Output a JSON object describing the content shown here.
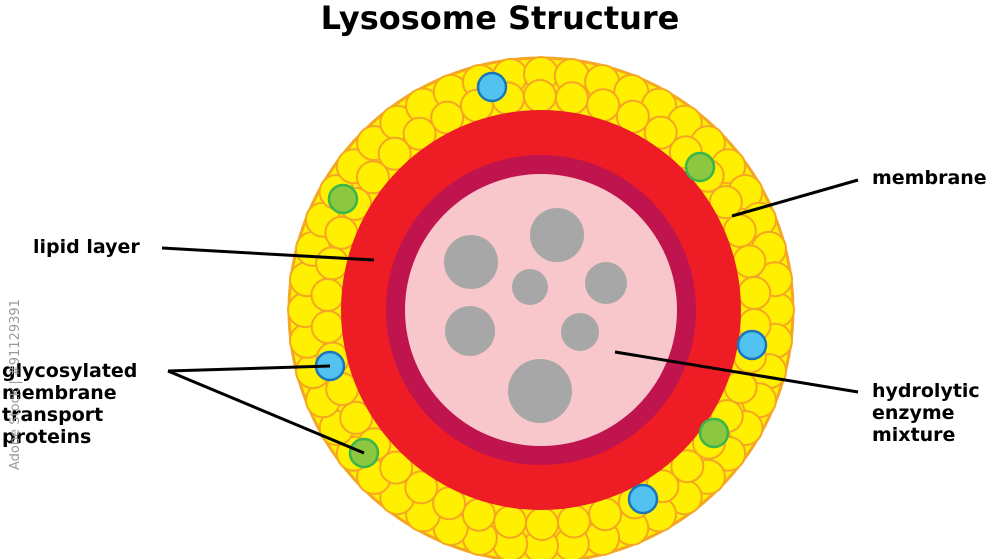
{
  "title": "Lysosome Structure",
  "labels": {
    "membrane": "membrane",
    "lipid_layer": "lipid layer",
    "glycosylated_proteins": "glycosylated\nmembrane\ntransport\nproteins",
    "hydrolytic_enzyme_mixture": "hydrolytic\nenzyme\nmixture"
  },
  "watermark": "Adobe Stock | #91129391",
  "colors": {
    "lipid_bead_fill": "#ffef00",
    "lipid_bead_stroke": "#f5a623",
    "lipid_layer": "#ee1c24",
    "inner_ring": "#c0144f",
    "lumen": "#f7c7cb",
    "enzyme": "#a7a7a7",
    "protein_blue": "#52c2f0",
    "protein_blue_stroke": "#1b75bb",
    "protein_green": "#8dc63f",
    "protein_green_stroke": "#39b54a",
    "leader_line": "#000000"
  }
}
